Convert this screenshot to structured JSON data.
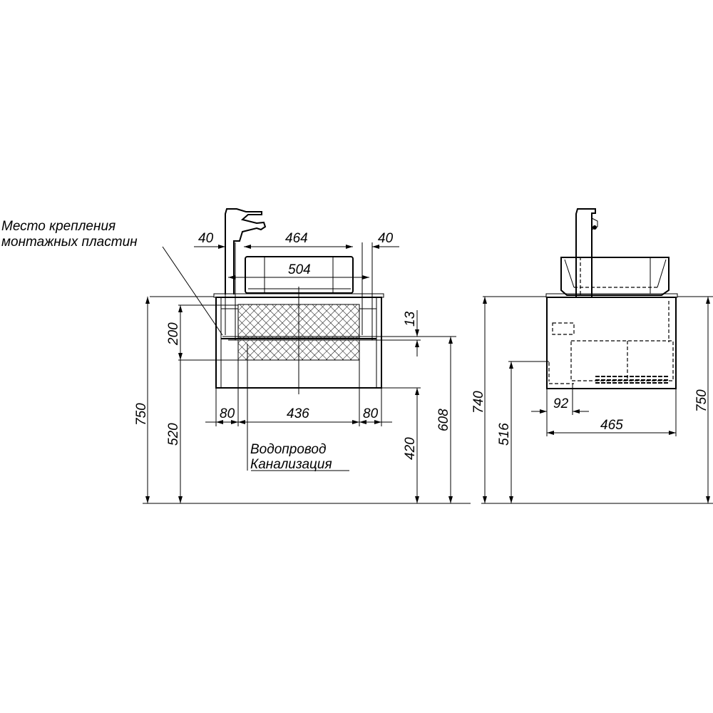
{
  "labels": {
    "mounting_line1": "Место крепления",
    "mounting_line2": "монтажных пластин",
    "water": "Водопровод",
    "sewer": "Канализация"
  },
  "front_view": {
    "dim_left_offset": "40",
    "dim_top_width": "464",
    "dim_right_offset": "40",
    "dim_basin": "504",
    "dim_total_height": "750",
    "dim_bottom_height": "520",
    "dim_plates": "200",
    "dim_13": "13",
    "dim_420": "420",
    "dim_608": "608",
    "dim_bottom_left": "80",
    "dim_bottom_mid": "436",
    "dim_bottom_right": "80"
  },
  "side_view": {
    "dim_740": "740",
    "dim_516": "516",
    "dim_750": "750",
    "dim_92": "92",
    "dim_465": "465"
  }
}
